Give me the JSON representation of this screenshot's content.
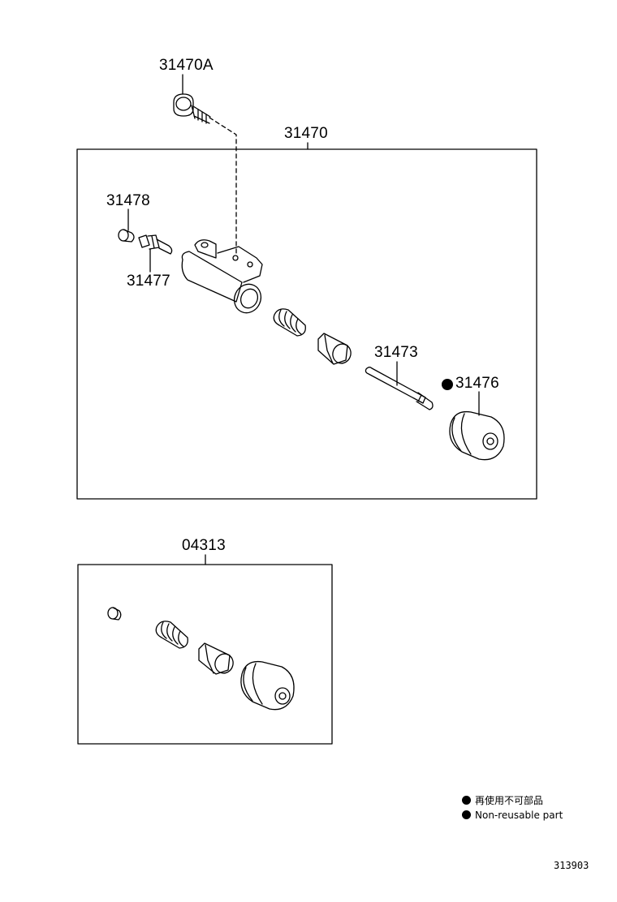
{
  "callouts": {
    "p31470A": "31470A",
    "p31470": "31470",
    "p31478": "31478",
    "p31477": "31477",
    "p31473": "31473",
    "p31476": "31476",
    "p04313": "04313"
  },
  "legend": {
    "line_jp": "再使用不可部品",
    "line_en": "Non-reusable part"
  },
  "figure_code": "313903"
}
